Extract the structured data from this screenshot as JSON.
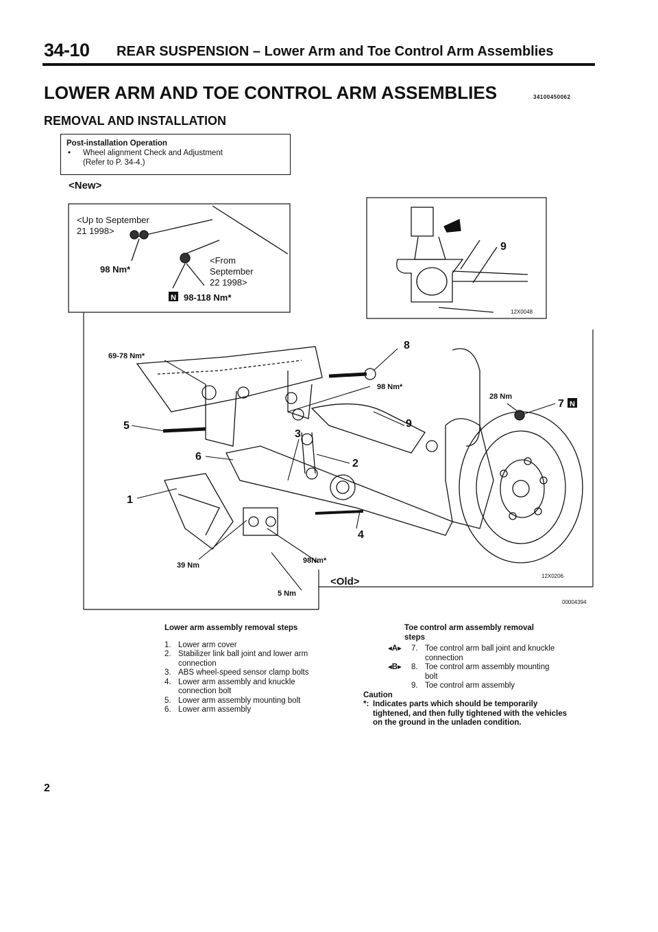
{
  "header": {
    "section_number": "34-10",
    "title": "REAR SUSPENSION – Lower Arm and Toe Control Arm Assemblies"
  },
  "main_title": "LOWER ARM AND TOE CONTROL ARM ASSEMBLIES",
  "doc_id": "34100450062",
  "sub_title": "REMOVAL AND INSTALLATION",
  "post_installation": {
    "title": "Post-installation Operation",
    "bullet": "•",
    "item_line1": "Wheel alignment Check and Adjustment",
    "item_line2": "(Refer to P. 34-4.)"
  },
  "new_label": "<New>",
  "inset_left": {
    "up_to_line1": "<Up to September",
    "up_to_line2": "21 1998>",
    "torque_old": "98 Nm*",
    "from_line1": "<From",
    "from_line2": "September",
    "from_line3": "22 1998>",
    "new_badge": "N",
    "torque_new": "98-118 Nm*"
  },
  "inset_right": {
    "callout": "9",
    "code": "12X0048"
  },
  "main_diagram": {
    "callouts": [
      "1",
      "2",
      "3",
      "4",
      "5",
      "6",
      "7",
      "8",
      "9"
    ],
    "torques": {
      "t1": "69-78 Nm*",
      "t2": "98 Nm*",
      "t3": "28 Nm",
      "t4": "39 Nm",
      "t5": "98Nm*",
      "t6": "5 Nm"
    },
    "new_badge": "N",
    "old_label": "<Old>",
    "code1": "12X0206",
    "code2": "00004394"
  },
  "steps_left": {
    "title": "Lower arm assembly removal steps",
    "items": [
      {
        "n": "1.",
        "lines": [
          "Lower arm cover"
        ]
      },
      {
        "n": "2.",
        "lines": [
          "Stabilizer link ball joint and lower arm",
          "connection"
        ]
      },
      {
        "n": "3.",
        "lines": [
          "ABS wheel-speed sensor clamp bolts"
        ]
      },
      {
        "n": "4.",
        "lines": [
          "Lower arm assembly and knuckle",
          "connection bolt"
        ]
      },
      {
        "n": "5.",
        "lines": [
          "Lower arm assembly mounting bolt"
        ]
      },
      {
        "n": "6.",
        "lines": [
          "Lower arm assembly"
        ]
      }
    ]
  },
  "steps_right": {
    "title_line1": "Toe control arm assembly removal",
    "title_line2": "steps",
    "items": [
      {
        "ref": "◂A▸",
        "n": "7.",
        "lines": [
          "Toe control arm ball joint and knuckle",
          "connection"
        ]
      },
      {
        "ref": "◂B▸",
        "n": "8.",
        "lines": [
          "Toe control arm assembly mounting",
          "bolt"
        ]
      },
      {
        "ref": "",
        "n": "9.",
        "lines": [
          "Toe control arm assembly"
        ]
      }
    ],
    "caution_title": "Caution",
    "caution_mark": "*:",
    "caution_lines": [
      "Indicates parts which should be temporarily",
      "tightened, and then fully tightened with the vehicles",
      "on the ground in the unladen condition."
    ]
  },
  "page_number": "2"
}
